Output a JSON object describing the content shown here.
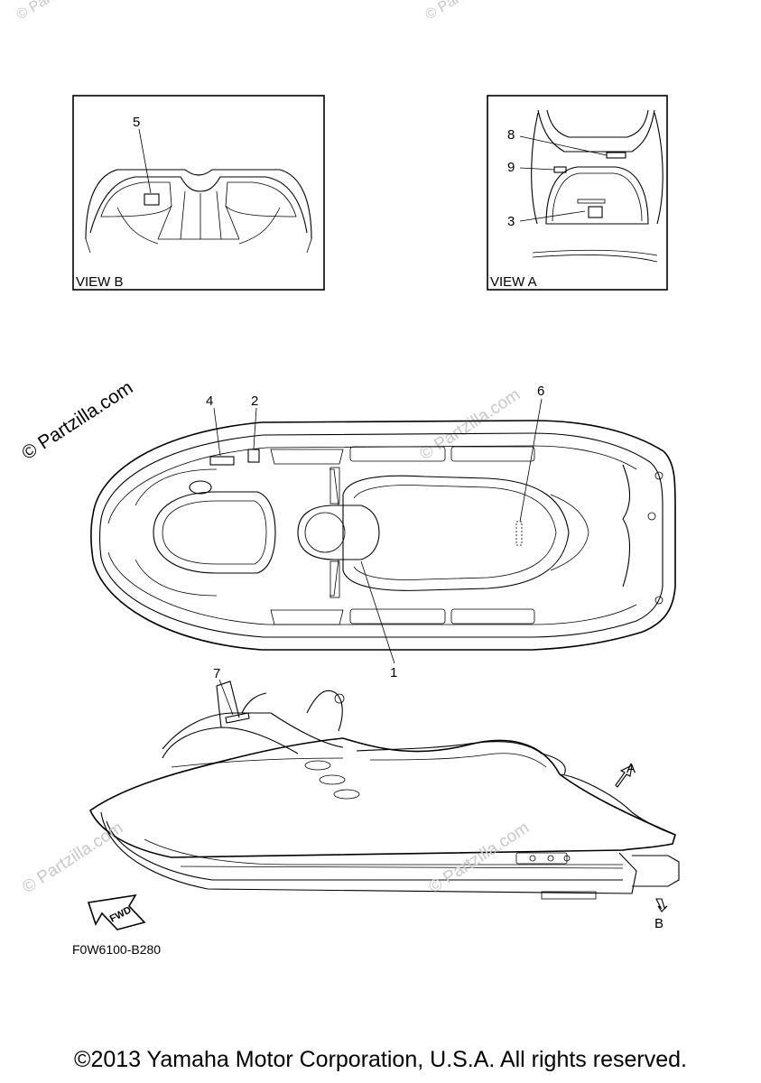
{
  "watermarks": {
    "main": "© Partzilla.com",
    "faint": "© Partzilla.com"
  },
  "views": {
    "view_b": "VIEW B",
    "view_a": "VIEW A"
  },
  "callouts": {
    "c1": "1",
    "c2": "2",
    "c3": "3",
    "c4": "4",
    "c5": "5",
    "c6": "6",
    "c7": "7",
    "c8": "8",
    "c9": "9"
  },
  "arrows": {
    "a": "A",
    "b": "B",
    "fwd": "FWD"
  },
  "diagram_code": "F0W6100-B280",
  "copyright": "©2013 Yamaha Motor Corporation, U.S.A. All rights reserved."
}
